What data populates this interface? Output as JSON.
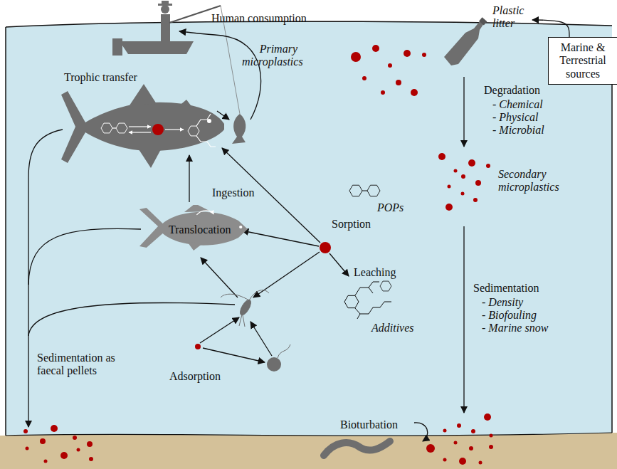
{
  "diagram": {
    "nodes": [
      {
        "text": [
          "Marine & Terrestrial sources"
        ]
      },
      {
        "text": [
          "Plastic litter"
        ]
      },
      {
        "text": [
          "Translocation"
        ]
      }
    ],
    "edges": [
      {
        "from": 0,
        "to": 1,
        "arrow": "to"
      }
    ],
    "labels": [
      "Human consumption",
      "Primary microplastics",
      "Degradation",
      "- Chemical",
      "- Physical",
      "- Microbial",
      "Secondary microplastics",
      "Trophic transfer",
      "Ingestion",
      "POPs",
      "Sorption",
      "Leaching",
      "Additives",
      "Sedimentation",
      "- Density",
      "- Biofouling",
      "- Marine snow",
      "Adsorption",
      "Sedimentation as faecal pellets",
      "Bioturbation"
    ]
  }
}
